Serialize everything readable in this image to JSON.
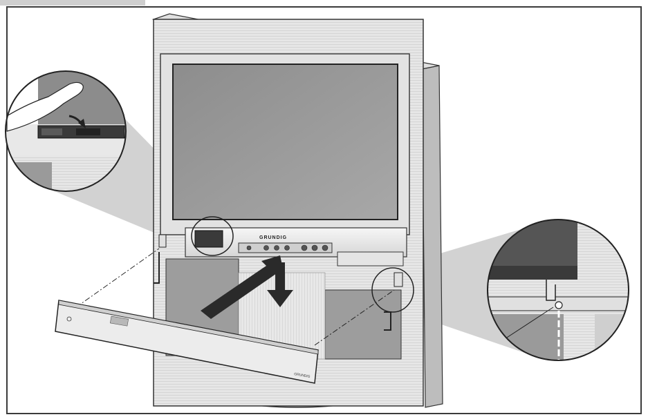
{
  "figure": {
    "brand_logo_text": "GRUNDIG",
    "colors": {
      "frame": "#3a3a3a",
      "cabinet_light": "#e4e4e4",
      "cabinet_mid": "#c9c9c9",
      "screen": "#9a9a9a",
      "beam": "#d0d0d0",
      "arrow": "#2a2a2a",
      "tab_background": "#cfcfcf"
    },
    "icons": [
      "hand-icon",
      "curved-arrow-icon",
      "down-arrow-icon",
      "zoom-callout-left",
      "zoom-callout-right"
    ]
  }
}
